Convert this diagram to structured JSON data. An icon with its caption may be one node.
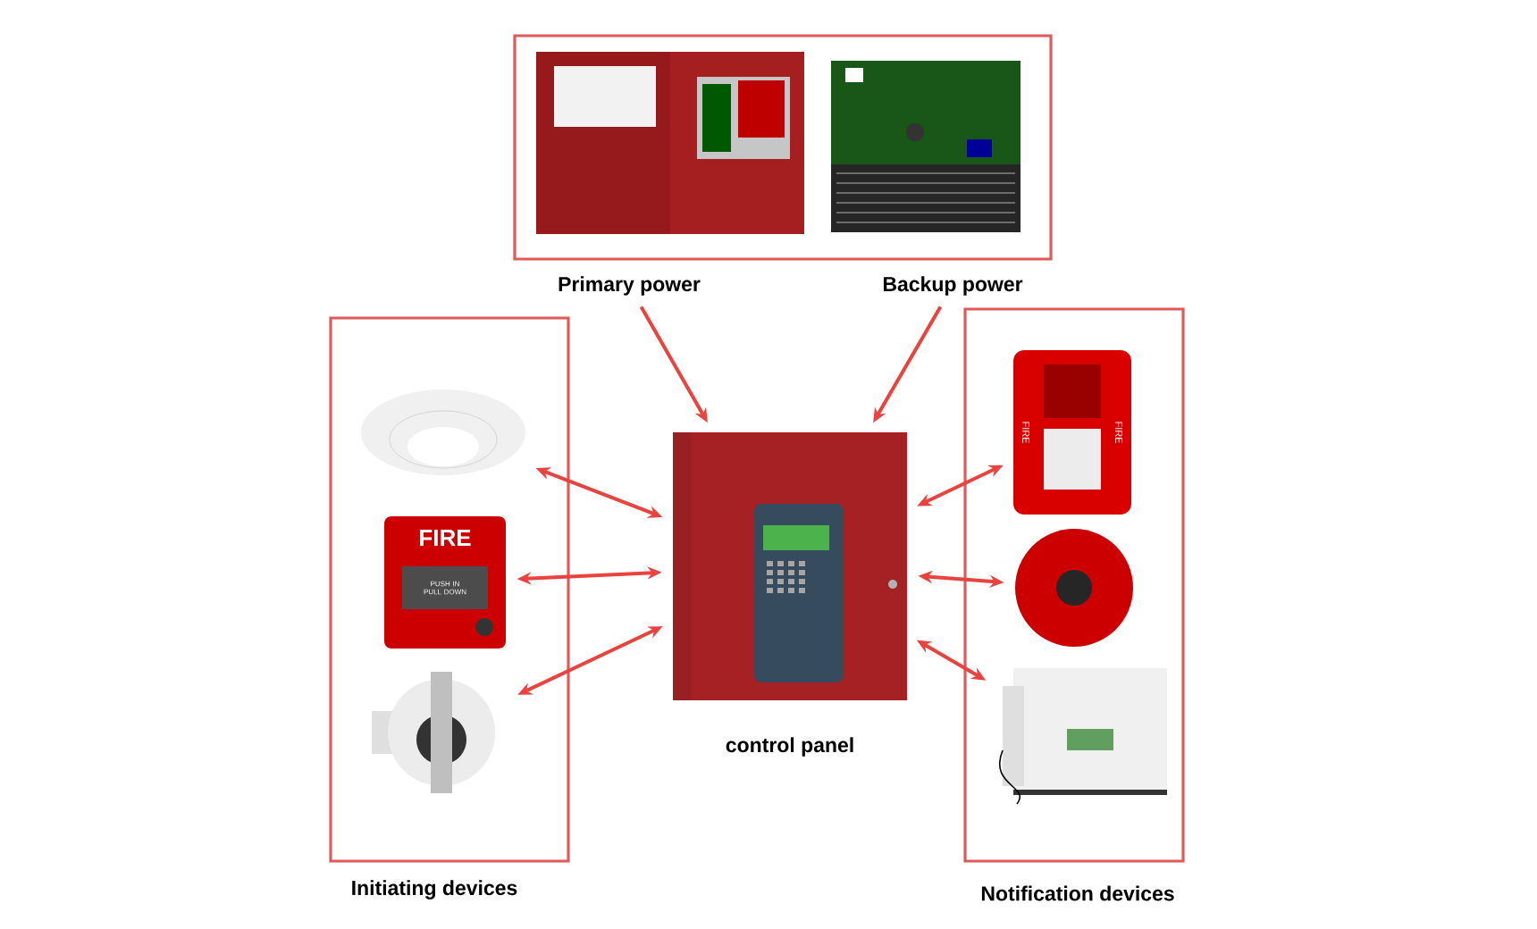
{
  "diagram": {
    "nodes": [
      {
        "text": [],
        "shape": "box"
      },
      {
        "text": [],
        "shape": "picture",
        "in": 0
      },
      {
        "text": [],
        "shape": "picture",
        "in": 0
      },
      {
        "text": [
          "Primary power"
        ]
      },
      {
        "text": [
          "Backup power"
        ]
      },
      {
        "text": [
          "Initiating devices"
        ]
      },
      {
        "text": [],
        "shape": "picture",
        "in": 5
      },
      {
        "text": [],
        "shape": "picture",
        "in": 5
      },
      {
        "text": [],
        "shape": "picture",
        "in": 5
      },
      {
        "text": [
          "control panel"
        ]
      },
      {
        "text": [
          "Notification devices"
        ]
      },
      {
        "text": [],
        "shape": "picture",
        "in": 10
      },
      {
        "text": [],
        "shape": "picture",
        "in": 10
      },
      {
        "text": [],
        "shape": "picture",
        "in": 10
      }
    ],
    "edges": [
      {
        "from": 3,
        "to": 9,
        "arrow": "to"
      },
      {
        "from": 4,
        "to": 9,
        "arrow": "to"
      },
      {
        "from": 6,
        "to": 9,
        "arrow": "both"
      },
      {
        "from": 7,
        "to": 9,
        "arrow": "both"
      },
      {
        "from": 8,
        "to": 9,
        "arrow": "both"
      },
      {
        "from": 9,
        "to": 11,
        "arrow": "both"
      },
      {
        "from": 9,
        "to": 12,
        "arrow": "both"
      },
      {
        "from": 9,
        "to": 13,
        "arrow": "both"
      }
    ],
    "labels": [
      "FIRE",
      "PUSH IN PULL DOWN",
      "FIRE",
      "FIRE"
    ]
  }
}
